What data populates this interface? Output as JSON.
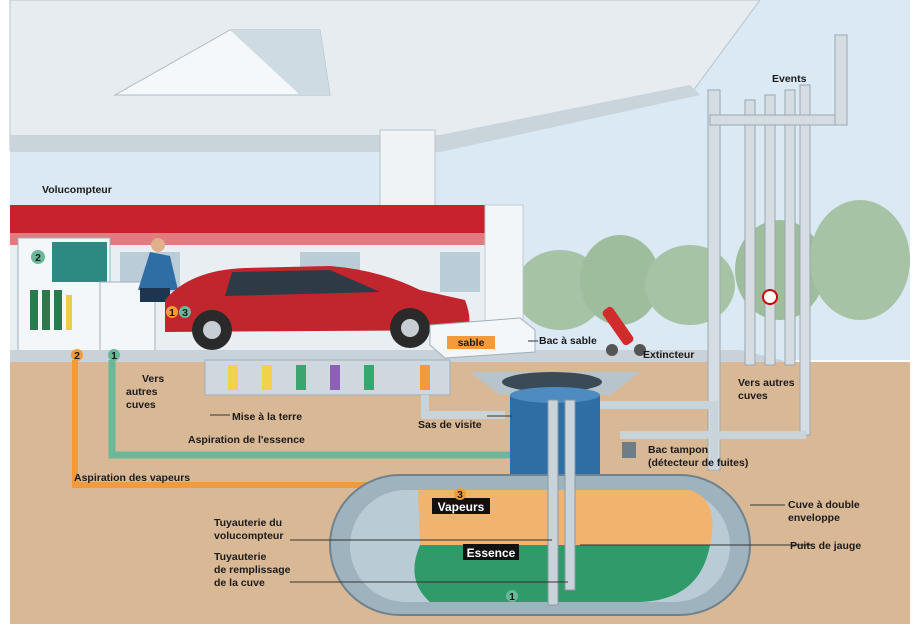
{
  "labels": {
    "volucompteur": "Volucompteur",
    "events": "Events",
    "bac_a_sable": "Bac à sable",
    "sable": "sable",
    "extincteur": "Extincteur",
    "vers_autres_cuves_left_1": "Vers",
    "vers_autres_cuves_left_2": "autres",
    "vers_autres_cuves_left_3": "cuves",
    "vers_autres_cuves_right_1": "Vers autres",
    "vers_autres_cuves_right_2": "cuves",
    "mise_a_la_terre": "Mise à la terre",
    "aspiration_essence": "Aspiration de l'essence",
    "sas_de_visite": "Sas de visite",
    "bac_tampon_1": "Bac tampon",
    "bac_tampon_2": "(détecteur de fuites)",
    "aspiration_vapeurs": "Aspiration des vapeurs",
    "cuve_double_1": "Cuve à double",
    "cuve_double_2": "enveloppe",
    "vapeurs": "Vapeurs",
    "essence": "Essence",
    "tuyauterie_volu_1": "Tuyauterie du",
    "tuyauterie_volu_2": "volucompteur",
    "puits_de_jauge": "Puits de jauge",
    "tuyauterie_remp_1": "Tuyauterie",
    "tuyauterie_remp_2": "de remplissage",
    "tuyauterie_remp_3": "de la cuve"
  },
  "markers": {
    "m1": "1",
    "m2": "2",
    "m3": "3"
  },
  "colors": {
    "sky": "#dbe9f4",
    "canopy": "#e8eef2",
    "soil": "#d9b896",
    "roof_red": "#c8232c",
    "car_red": "#c0262c",
    "pipe_orange": "#f39a3a",
    "pipe_green": "#69b89a",
    "pipe_grey": "#c9d3da",
    "tank": "#9fb3bf",
    "essence": "#2f9a6a",
    "vapour": "#f2b36e",
    "manhole_blue": "#2f6ea5"
  }
}
